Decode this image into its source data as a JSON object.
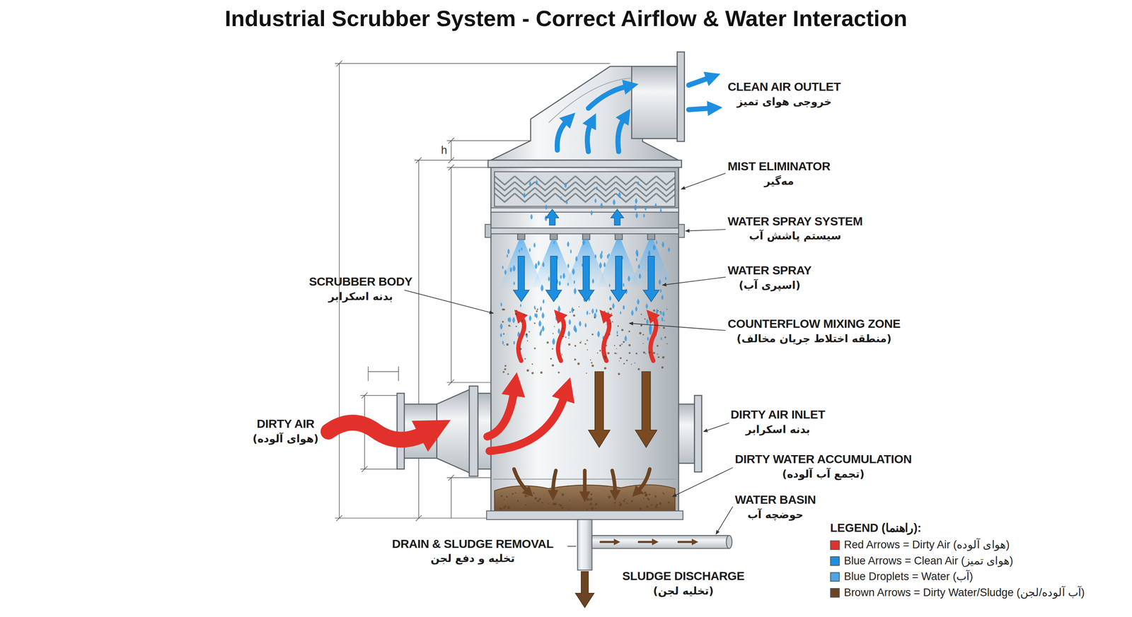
{
  "diagram": {
    "title": "Industrial Scrubber System - Correct Airflow & Water Interaction",
    "labels": [
      "CLEAN AIR OUTLET",
      "خروجی هوای تمیز",
      "MIST ELIMINATOR",
      "مه‌گیر",
      "WATER SPRAY SYSTEM",
      "سیستم پاشش آب",
      "WATER SPRAY",
      "(اسپری آب)",
      "SCRUBBER BODY",
      "بدنه اسکرابر",
      "COUNTERFLOW MIXING ZONE",
      "(منطقه اختلاط جریان مخالف)",
      "DIRTY AIR",
      "(هوای آلوده)",
      "DIRTY AIR INLET",
      "بدنه اسکرابر",
      "DIRTY WATER ACCUMULATION",
      "(تجمع آب آلوده)",
      "WATER BASIN",
      "حوضچه آب",
      "DRAIN & SLUDGE REMOVAL",
      "تخلیه و دفع لجن",
      "SLUDGE DISCHARGE",
      "(تخلیه لجن)",
      "h",
      "LEGEND (راهنما):"
    ],
    "legend": [
      {
        "text": "Red Arrows = Dirty Air (هوای آلوده)",
        "color": "#e2312b"
      },
      {
        "text": "Blue Arrows = Clean Air (هوای تمیز)",
        "color": "#1e8fe0"
      },
      {
        "text": "Blue Droplets = Water (آب)",
        "color": "#4aa6e8"
      },
      {
        "text": "Brown Arrows = Dirty Water/Sludge (آب آلوده/لجن)",
        "color": "#6b4423"
      }
    ]
  }
}
